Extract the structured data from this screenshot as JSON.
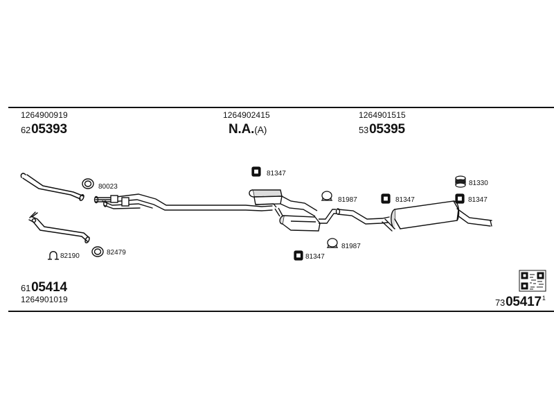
{
  "top_left": {
    "ref": "1264900919",
    "prefix": "62",
    "code": "05393"
  },
  "top_center": {
    "ref": "1264902415",
    "code": "N.A.",
    "note": "(A)"
  },
  "top_right": {
    "ref": "1264901515",
    "prefix": "53",
    "code": "05395"
  },
  "bottom_left": {
    "prefix": "61",
    "code": "05414",
    "ref": "1264901019"
  },
  "bottom_right": {
    "prefix": "73",
    "code": "05417",
    "suffix": "1"
  },
  "callouts": {
    "c80023": "80023",
    "c82479": "82479",
    "c82190": "82190",
    "c81347_top": "81347",
    "c81347_bottom": "81347",
    "c81987_top": "81987",
    "c81987_bottom": "81987",
    "c81347_right1": "81347",
    "c81330": "81330",
    "c81347_right2": "81347"
  },
  "colors": {
    "line": "#111111",
    "fill": "#ffffff",
    "shade": "#d8d8d8"
  },
  "icons": {
    "qr": "qr-code-icon"
  }
}
